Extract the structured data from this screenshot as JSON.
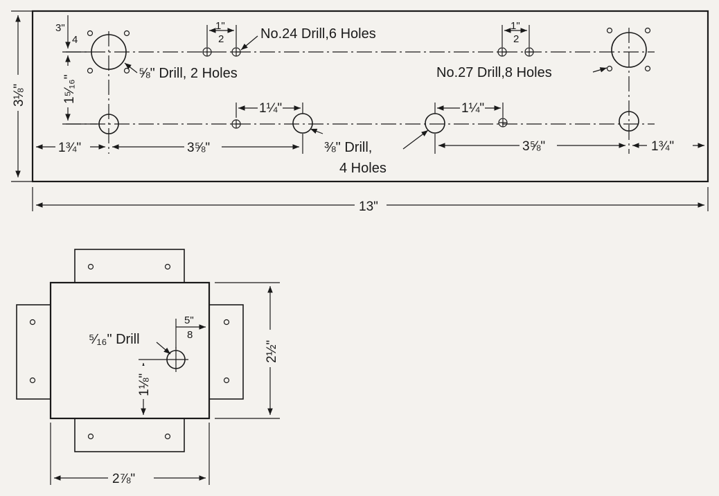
{
  "colors": {
    "ink": "#1a1a1a",
    "paper": "#f4f2ee"
  },
  "plate": {
    "height_dim": "3⅛\"",
    "length_dim": "13\"",
    "top_offset_dim": "3\"",
    "top_offset_frac": "4",
    "row_spacing_dim": "1⁵⁄₁₆\"",
    "half_inch_num_left": "1\"",
    "half_inch_den_left": "2",
    "half_inch_num_right": "1\"",
    "half_inch_den_right": "2",
    "quarter_left_dim": "1¼\"",
    "quarter_right_dim": "1¼\"",
    "left_end_dim": "1¾\"",
    "left_span_dim": "3⅝\"",
    "right_span_dim": "3⅝\"",
    "right_end_dim": "1¾\"",
    "notes": {
      "no24": "No.24 Drill,6 Holes",
      "five_eighth_drill": "⅝\" Drill, 2 Holes",
      "no27": "No.27 Drill,8 Holes",
      "three_eighth_drill_line1": "⅜\" Drill,",
      "three_eighth_drill_line2": "4 Holes"
    }
  },
  "bracket": {
    "drill_note": "⁵⁄₁₆\" Drill",
    "offset_num": "5\"",
    "offset_den": "8",
    "vertical_dim": "1⅛\"",
    "height_dim": "2½\"",
    "width_dim": "2⅞\""
  }
}
